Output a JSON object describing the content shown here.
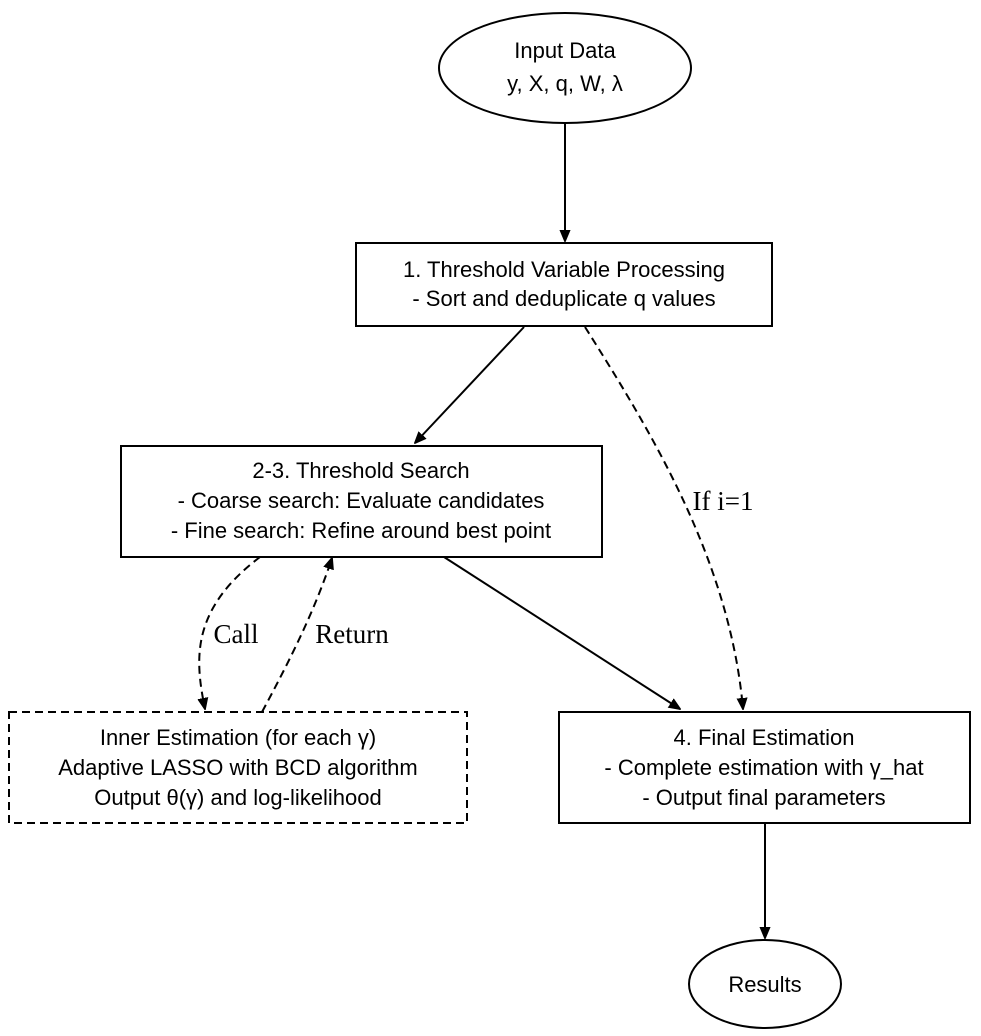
{
  "nodes": {
    "input": {
      "lines": [
        "Input Data",
        "y, X, q, W, λ"
      ]
    },
    "processing": {
      "lines": [
        "1. Threshold Variable Processing",
        "- Sort and deduplicate q values"
      ]
    },
    "search": {
      "lines": [
        "2-3. Threshold Search",
        "- Coarse search: Evaluate candidates",
        "- Fine search: Refine around best point"
      ]
    },
    "inner": {
      "lines": [
        "Inner Estimation (for each γ)",
        "Adaptive LASSO with BCD algorithm",
        "Output θ(γ) and log-likelihood"
      ]
    },
    "final": {
      "lines": [
        "4. Final Estimation",
        "- Complete estimation with γ_hat",
        "- Output final parameters"
      ]
    },
    "results": {
      "lines": [
        "Results"
      ]
    }
  },
  "edge_labels": {
    "call": "Call",
    "return": "Return",
    "if_i1": "If i=1"
  }
}
